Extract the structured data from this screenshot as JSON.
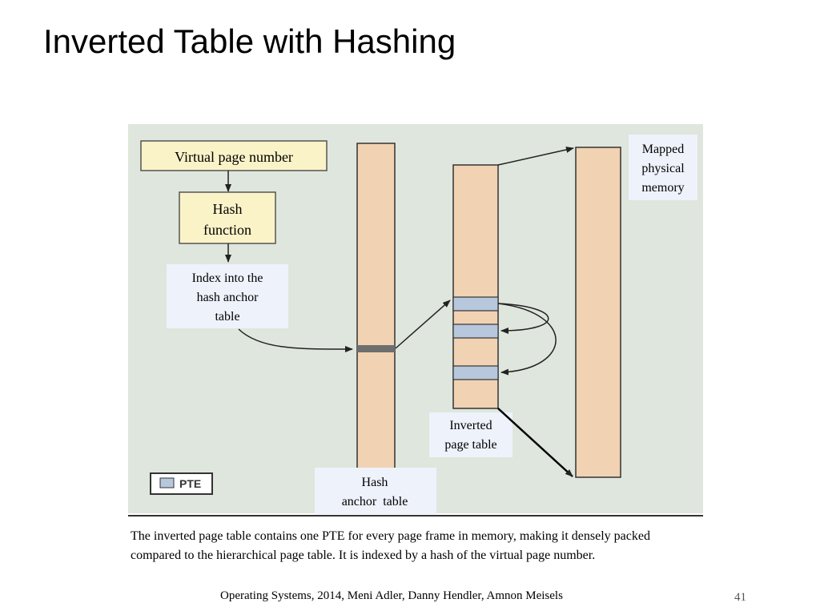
{
  "slide": {
    "title": "Inverted Table with Hashing",
    "caption": "The inverted page table contains one PTE for every page frame in memory, making it densely packed compared to the hierarchical page table. It is indexed by a hash of the virtual page number.",
    "footer": "Operating Systems, 2014, Meni Adler, Danny Hendler, Amnon Meisels",
    "page_number": "41"
  },
  "diagram": {
    "virtual_page_number": "Virtual page number",
    "hash_function_line1": "Hash",
    "hash_function_line2": "function",
    "index_line1": "Index into the",
    "index_line2": "hash anchor",
    "index_line3": "table",
    "hash_anchor_line1": "Hash",
    "hash_anchor_line2": "anchor  table",
    "inverted_line1": "Inverted",
    "inverted_line2": "page table",
    "mapped_line1": "Mapped",
    "mapped_line2": "physical",
    "mapped_line3": "memory",
    "legend_label": "PTE",
    "colors": {
      "background": "#dfe6dd",
      "column_fill": "#f1d2b3",
      "pte_fill": "#b7c7dc",
      "label_box": "#eef2fb",
      "yellow_box": "#fbf3c8"
    }
  }
}
